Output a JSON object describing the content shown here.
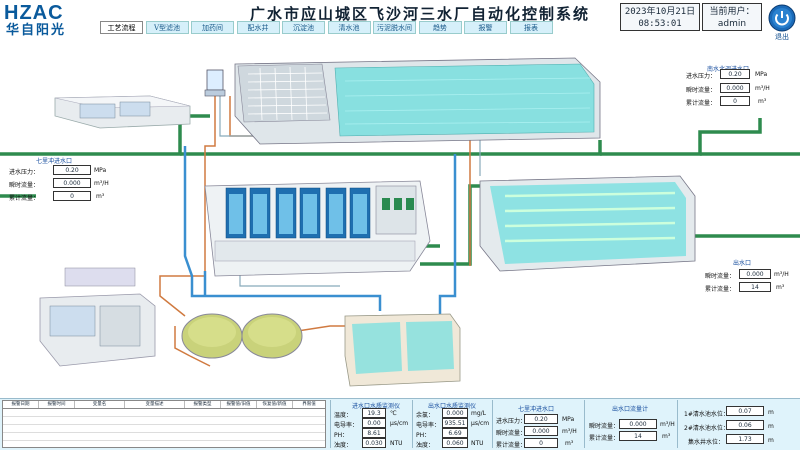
{
  "header": {
    "logo_en": "HZAC",
    "logo_cn": "华自阳光",
    "title": "广水市应山城区飞沙河三水厂自动化控制系统",
    "date": "2023年10月21日",
    "time": "08:53:01",
    "user_label": "当前用户：",
    "user_name": "admin",
    "exit_label": "退出"
  },
  "tabs": [
    {
      "label": "工艺流程",
      "active": true
    },
    {
      "label": "V型滤池"
    },
    {
      "label": "加药间"
    },
    {
      "label": "配水井"
    },
    {
      "label": "沉淀池"
    },
    {
      "label": "清水池"
    },
    {
      "label": "污泥脱水间"
    },
    {
      "label": "趋势"
    },
    {
      "label": "报警"
    },
    {
      "label": "报表"
    }
  ],
  "inlet_south": {
    "title": "南水北调进水口",
    "pressure_label": "进水压力：",
    "pressure": "0.20",
    "pressure_unit": "MPa",
    "flow_label": "瞬时流量：",
    "flow": "0.000",
    "flow_unit": "m³/H",
    "total_label": "累计流量：",
    "total": "0",
    "total_unit": "m³"
  },
  "inlet_qili": {
    "title": "七里冲进水口",
    "pressure_label": "进水压力：",
    "pressure": "0.20",
    "pressure_unit": "MPa",
    "flow_label": "瞬时流量：",
    "flow": "0.000",
    "flow_unit": "m³/H",
    "total_label": "累计流量：",
    "total": "0",
    "total_unit": "m³"
  },
  "outlet": {
    "title": "出水口",
    "flow_label": "瞬时流量：",
    "flow": "0.000",
    "flow_unit": "m³/H",
    "total_label": "累计流量：",
    "total": "14",
    "total_unit": "m³"
  },
  "alarm_table": {
    "headers": [
      "报警日期",
      "报警时间",
      "变量名",
      "变量描述",
      "报警类型",
      "报警值/旧值",
      "恢复值/新值",
      "界限值"
    ]
  },
  "quality_in": {
    "title": "进水口水质监测仪",
    "rows": [
      {
        "label": "温度：",
        "value": "19.3",
        "unit": "℃"
      },
      {
        "label": "电导率：",
        "value": "0.00",
        "unit": "μs/cm"
      },
      {
        "label": "PH：",
        "value": "8.61",
        "unit": ""
      },
      {
        "label": "浊度：",
        "value": "0.030",
        "unit": "NTU"
      }
    ]
  },
  "quality_out": {
    "title": "出水口水质监测仪",
    "rows": [
      {
        "label": "余氯：",
        "value": "0.000",
        "unit": "mg/L"
      },
      {
        "label": "电导率：",
        "value": "935.51",
        "unit": "μs/cm"
      },
      {
        "label": "PH：",
        "value": "6.69",
        "unit": ""
      },
      {
        "label": "浊度：",
        "value": "0.060",
        "unit": "NTU"
      }
    ]
  },
  "bottom_qili": {
    "title": "七里冲进水口",
    "rows": [
      {
        "label": "进水压力：",
        "value": "0.20",
        "unit": "MPa"
      },
      {
        "label": "瞬时流量：",
        "value": "0.000",
        "unit": "m³/H"
      },
      {
        "label": "累计流量：",
        "value": "0",
        "unit": "m³"
      }
    ]
  },
  "bottom_outflow": {
    "title": "出水口流量计",
    "rows": [
      {
        "label": "瞬时流量：",
        "value": "0.000",
        "unit": "m³/H"
      },
      {
        "label": "累计流量：",
        "value": "14",
        "unit": "m³"
      }
    ]
  },
  "levels": {
    "rows": [
      {
        "label": "1#清水池水位：",
        "value": "0.07",
        "unit": "m"
      },
      {
        "label": "2#清水池水位：",
        "value": "0.06",
        "unit": "m"
      },
      {
        "label": "集水井水位：",
        "value": "1.73",
        "unit": "m"
      }
    ]
  },
  "colors": {
    "pipe_green": "#2e8b4e",
    "pipe_blue": "#3a8fd0",
    "pipe_orange": "#d07a40",
    "water": "#7fe0e0",
    "brand": "#0a5a9c"
  }
}
